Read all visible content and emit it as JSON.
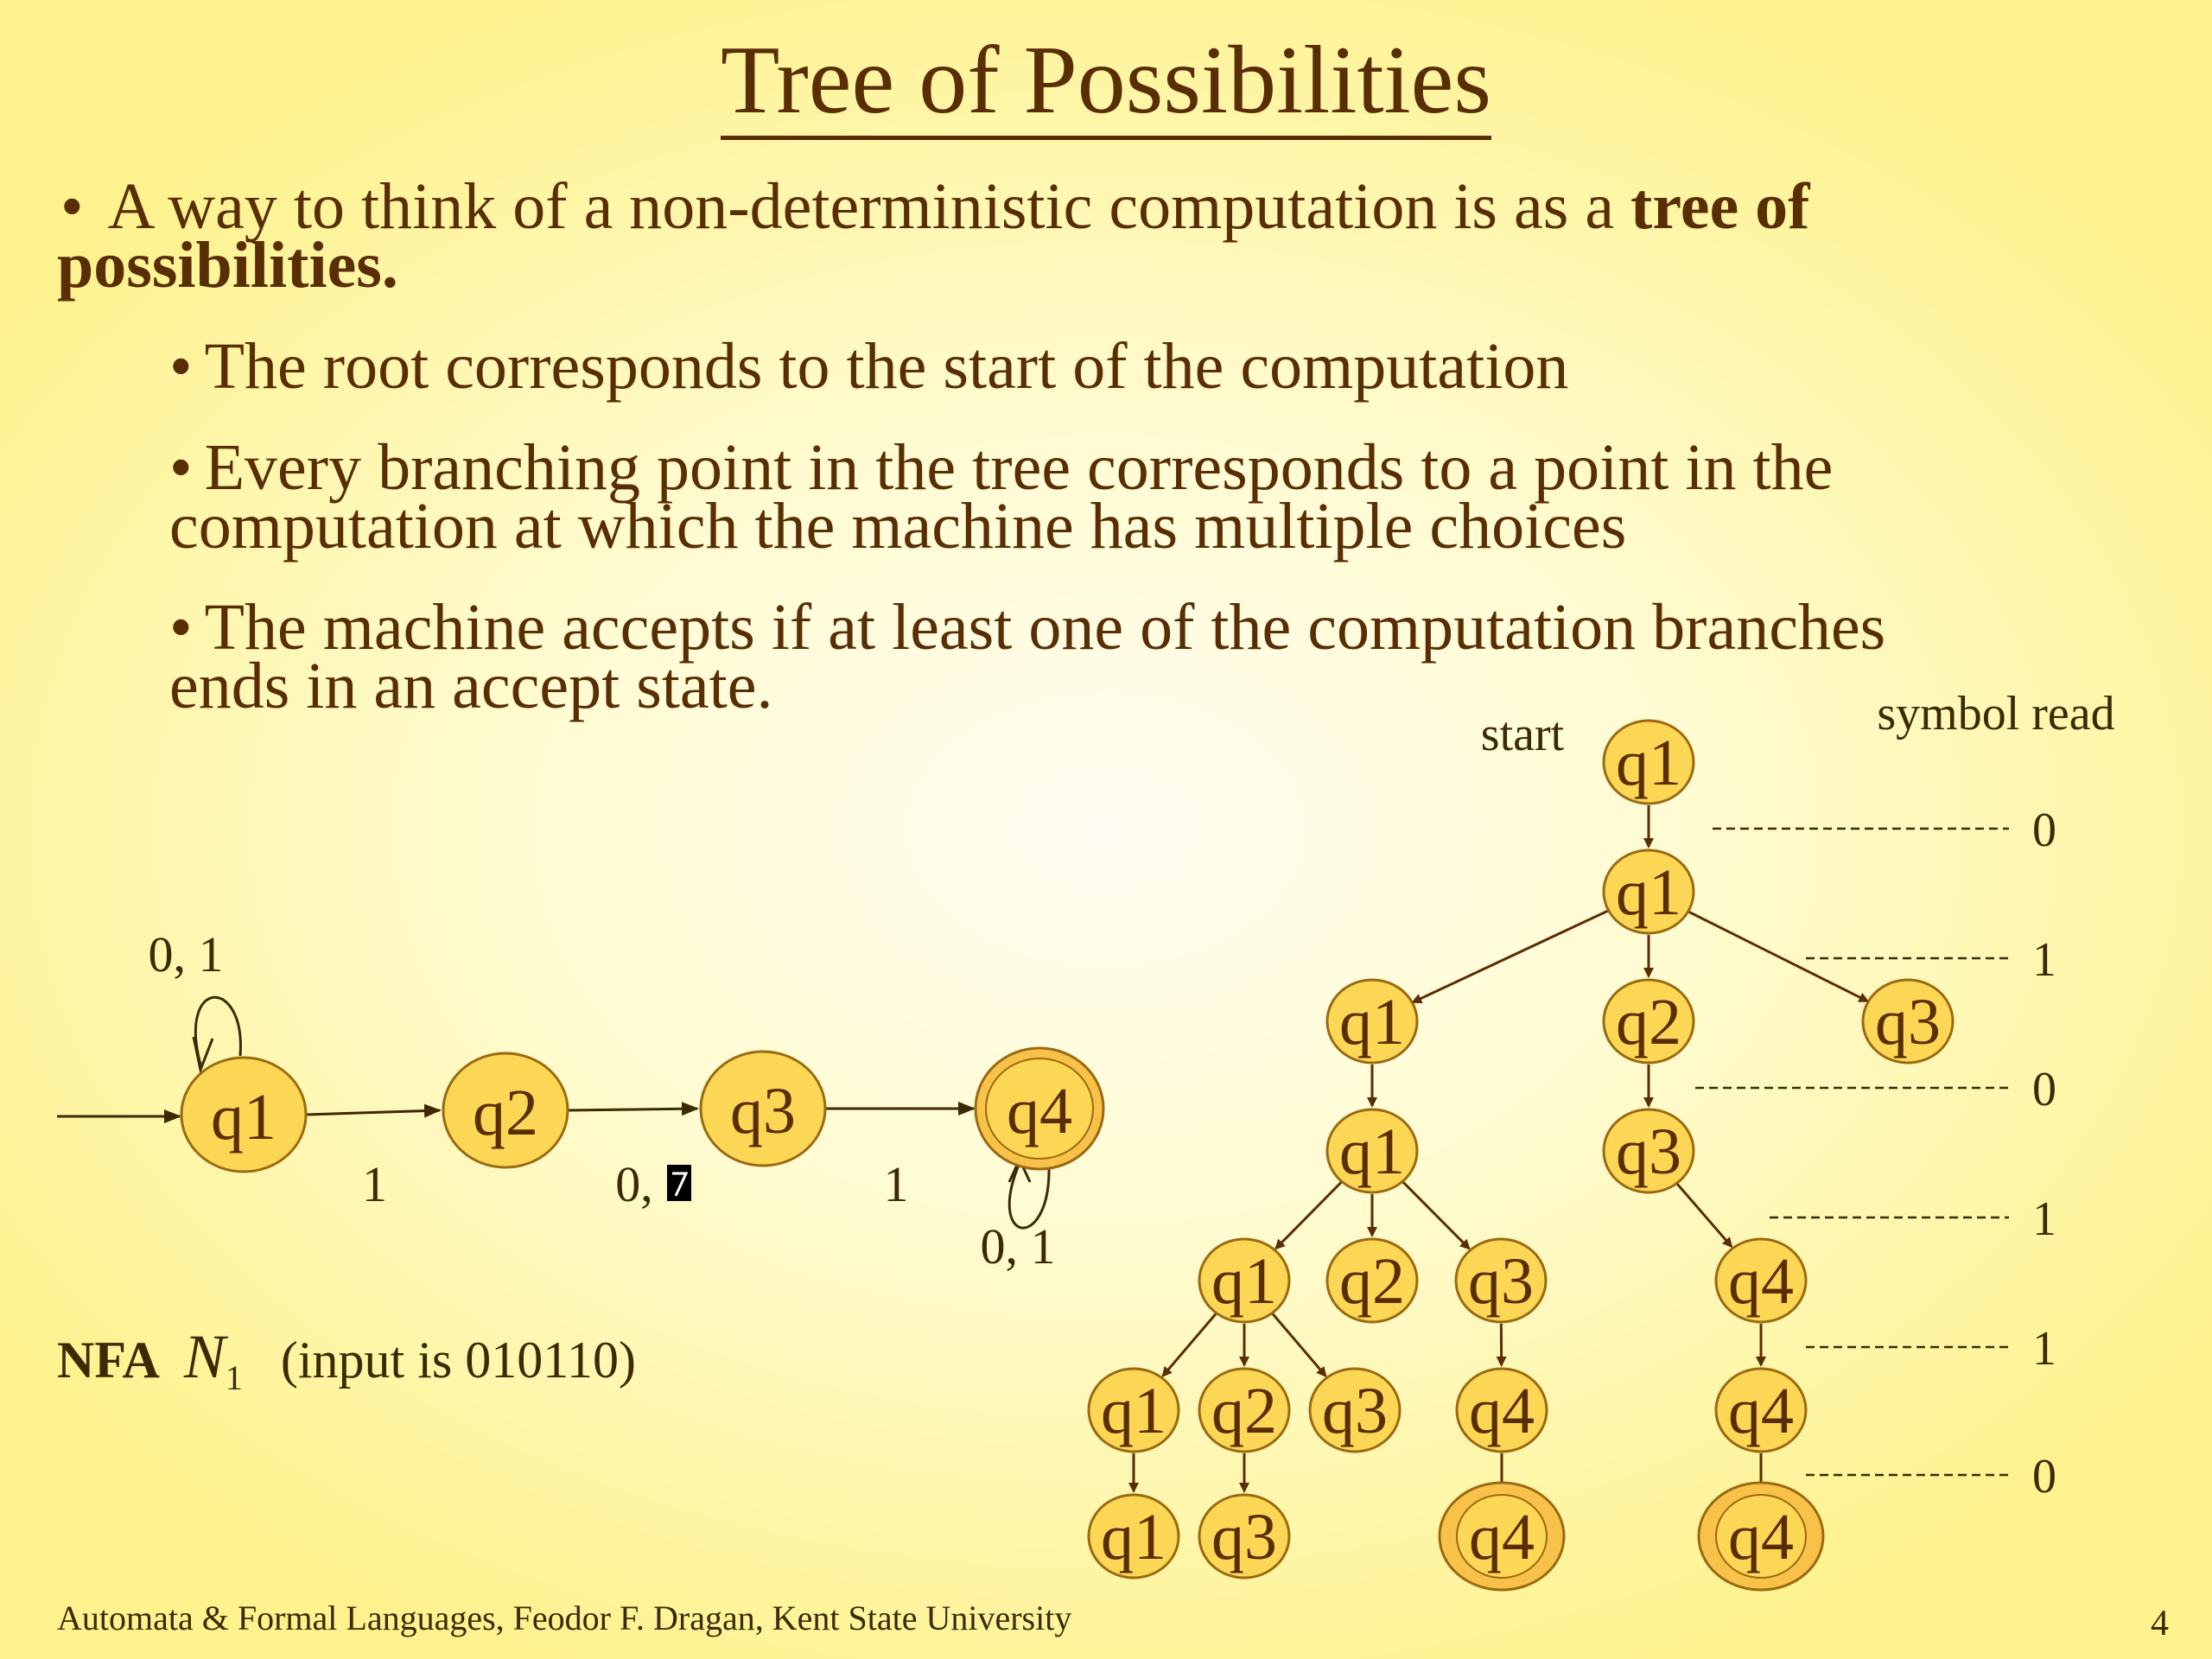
{
  "title": "Tree of Possibilities",
  "bullets": {
    "main_normal": "A way to think of a non-deterministic computation is as a ",
    "main_bold_1": "tree of",
    "main_bold_2": "possibilities.",
    "sub_1": "The root corresponds to the start of the computation",
    "sub_2_line1": "Every branching point in the tree corresponds to a point in the",
    "sub_2_line2": "computation at which the machine has multiple choices",
    "sub_3_line1": "The machine accepts if at least one of the computation branches",
    "sub_3_line2": "ends in an accept state."
  },
  "nfa": {
    "states": [
      {
        "id": "q1",
        "label": "q1",
        "accept": false
      },
      {
        "id": "q2",
        "label": "q2",
        "accept": false
      },
      {
        "id": "q3",
        "label": "q3",
        "accept": false
      },
      {
        "id": "q4",
        "label": "q4",
        "accept": true
      }
    ],
    "transitions": [
      {
        "from": "q1",
        "to": "q1",
        "label": "0, 1"
      },
      {
        "from": "q1",
        "to": "q2",
        "label": "1"
      },
      {
        "from": "q2",
        "to": "q3",
        "label": "0, "
      },
      {
        "from": "q3",
        "to": "q4",
        "label": "1"
      },
      {
        "from": "q4",
        "to": "q4",
        "label": "0, 1"
      }
    ],
    "caption_label": "NFA",
    "caption_name": "N",
    "caption_sub": "1",
    "caption_input": "(input is  010110)"
  },
  "tree": {
    "start_label": "start",
    "symbol_header": "symbol read",
    "symbols": [
      "0",
      "1",
      "0",
      "1",
      "1",
      "0"
    ],
    "nodes": [
      {
        "id": "n0",
        "label": "q1",
        "level": 0,
        "accept": false
      },
      {
        "id": "n1",
        "label": "q1",
        "level": 1,
        "accept": false
      },
      {
        "id": "n2",
        "label": "q1",
        "level": 2,
        "accept": false
      },
      {
        "id": "n3",
        "label": "q2",
        "level": 2,
        "accept": false
      },
      {
        "id": "n4",
        "label": "q3",
        "level": 2,
        "accept": false
      },
      {
        "id": "n5",
        "label": "q1",
        "level": 3,
        "accept": false
      },
      {
        "id": "n6",
        "label": "q3",
        "level": 3,
        "accept": false
      },
      {
        "id": "n7",
        "label": "q1",
        "level": 4,
        "accept": false
      },
      {
        "id": "n8",
        "label": "q2",
        "level": 4,
        "accept": false
      },
      {
        "id": "n9",
        "label": "q3",
        "level": 4,
        "accept": false
      },
      {
        "id": "n10",
        "label": "q4",
        "level": 4,
        "accept": false
      },
      {
        "id": "n11",
        "label": "q1",
        "level": 5,
        "accept": false
      },
      {
        "id": "n12",
        "label": "q2",
        "level": 5,
        "accept": false
      },
      {
        "id": "n13",
        "label": "q3",
        "level": 5,
        "accept": false
      },
      {
        "id": "n14",
        "label": "q4",
        "level": 5,
        "accept": false
      },
      {
        "id": "n15",
        "label": "q4",
        "level": 5,
        "accept": false
      },
      {
        "id": "n16",
        "label": "q1",
        "level": 6,
        "accept": false
      },
      {
        "id": "n17",
        "label": "q3",
        "level": 6,
        "accept": false
      },
      {
        "id": "n18",
        "label": "q4",
        "level": 6,
        "accept": true
      },
      {
        "id": "n19",
        "label": "q4",
        "level": 6,
        "accept": true
      }
    ],
    "edges": [
      [
        "n0",
        "n1"
      ],
      [
        "n1",
        "n2"
      ],
      [
        "n1",
        "n3"
      ],
      [
        "n1",
        "n4"
      ],
      [
        "n2",
        "n5"
      ],
      [
        "n3",
        "n6"
      ],
      [
        "n5",
        "n7"
      ],
      [
        "n5",
        "n8"
      ],
      [
        "n5",
        "n9"
      ],
      [
        "n6",
        "n10"
      ],
      [
        "n7",
        "n11"
      ],
      [
        "n7",
        "n12"
      ],
      [
        "n7",
        "n13"
      ],
      [
        "n9",
        "n14"
      ],
      [
        "n10",
        "n15"
      ],
      [
        "n11",
        "n16"
      ],
      [
        "n12",
        "n17"
      ],
      [
        "n14",
        "n18"
      ],
      [
        "n15",
        "n19"
      ]
    ]
  },
  "colors": {
    "state_fill": "#fcd655",
    "state_stroke": "#9a6a10",
    "accept_outer": "#f8c24a",
    "text": "#5a2e05",
    "edge": "#5a2e05"
  },
  "footer": "Automata & Formal Languages, Feodor F. Dragan, Kent State University",
  "page_number": "4"
}
